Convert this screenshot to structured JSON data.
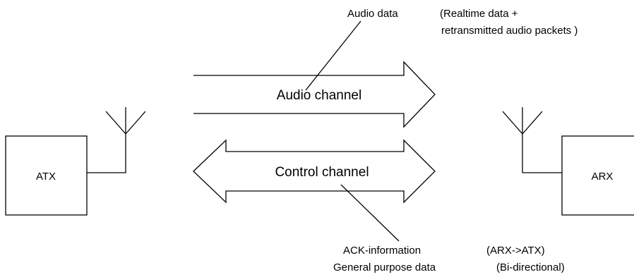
{
  "colors": {
    "line": "#000000",
    "background": "#ffffff"
  },
  "nodes": {
    "atx": {
      "label": "ATX"
    },
    "arx": {
      "label": "ARX"
    }
  },
  "channels": {
    "audio": {
      "label": "Audio channel"
    },
    "control": {
      "label": "Control channel"
    }
  },
  "annotations": {
    "audio_data": "Audio data",
    "audio_data_note_line1": "(Realtime data +",
    "audio_data_note_line2": "retransmitted audio packets )",
    "ack_information": "ACK-information",
    "ack_direction": "(ARX->ATX)",
    "general_purpose_data": "General purpose data",
    "general_purpose_direction": "(Bi-directional)"
  },
  "icons": [
    "antenna-icon",
    "antenna-icon"
  ]
}
